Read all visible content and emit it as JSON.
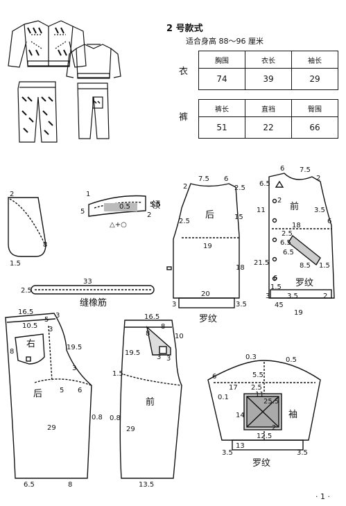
{
  "header": {
    "title": "2 号款式",
    "subtitle": "适合身高 88～96 厘米"
  },
  "top_table": {
    "label": "衣",
    "headers": [
      "胸围",
      "衣长",
      "袖长"
    ],
    "values": [
      "74",
      "39",
      "29"
    ]
  },
  "pants_table": {
    "label": "裤",
    "headers": [
      "裤长",
      "直裆",
      "臀围"
    ],
    "values": [
      "51",
      "22",
      "66"
    ]
  },
  "patterns": {
    "pocket_flap": {
      "dims": [
        "2",
        "8",
        "1.5"
      ]
    },
    "collar": {
      "label": "领",
      "dims": [
        "1",
        "5",
        "0.5",
        "5.5",
        "2"
      ],
      "note": "△+○"
    },
    "waistband": {
      "label": "缝橡筋",
      "dims": [
        "33",
        "2.5"
      ]
    },
    "back": {
      "label": "后",
      "rib_label": "罗纹",
      "dims": [
        "7.5",
        "6",
        "2",
        "2.5",
        "2.5",
        "15",
        "19",
        "18",
        "20",
        "3",
        "3.5"
      ]
    },
    "front": {
      "label": "前",
      "rib_label": "罗纹",
      "dims": [
        "6",
        "7.5",
        "6.5",
        "2",
        "11",
        "2",
        "3.5",
        "6",
        "18",
        "2.5",
        "6.5",
        "6.5",
        "8.5",
        "1.5",
        "21.5",
        "6",
        "1.5",
        "3.5",
        "2",
        "45",
        "19",
        "3"
      ]
    },
    "back_pants": {
      "label": "后",
      "pocket_label": "右",
      "dims": [
        "16.5",
        "3",
        "10.5",
        "5",
        "3",
        "8",
        "19.5",
        "3",
        "5",
        "6",
        "29",
        "0.8",
        "6.5",
        "8"
      ]
    },
    "front_pants": {
      "label": "前",
      "dims": [
        "16.5",
        "8",
        "8",
        "10",
        "19.5",
        "3",
        "1.5",
        "0.8",
        "29",
        "13.5",
        "3"
      ]
    },
    "sleeve": {
      "label": "袖",
      "rib_label": "罗纹",
      "dims": [
        "0.3",
        "0.5",
        "6",
        "5.5",
        "17",
        "2.5",
        "0.1",
        "11",
        "25.5",
        "14",
        "12.5",
        "3.5",
        "13",
        "3.5",
        "2"
      ]
    }
  },
  "page_number": "· 1 ·"
}
